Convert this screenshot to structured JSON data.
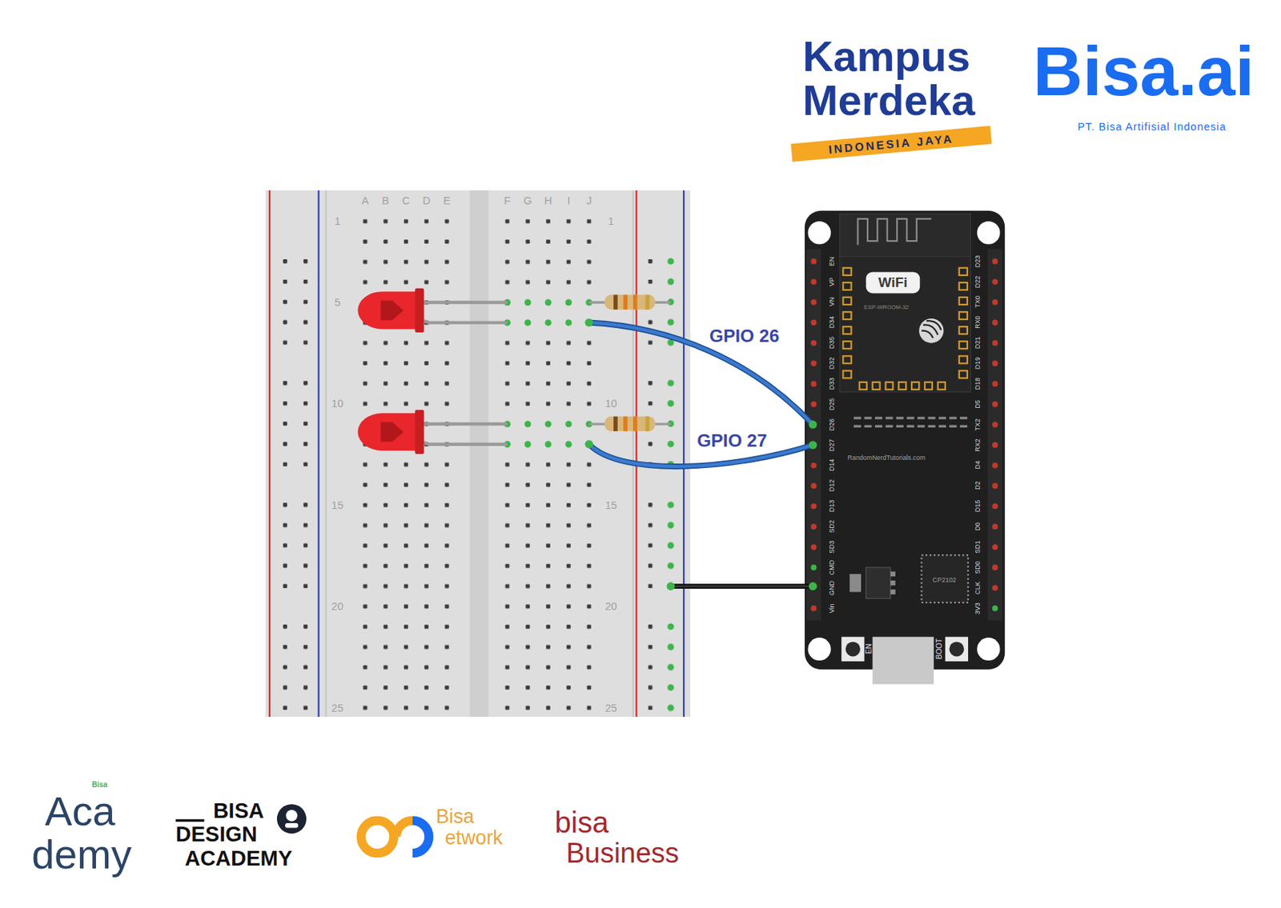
{
  "diagram": {
    "labels": [
      "Kampus",
      "Merdeka",
      "INDONESIA JAYA",
      "Bisa.ai",
      "PT. Bisa Artifisial Indonesia",
      "A",
      "B",
      "C",
      "D",
      "E",
      "F",
      "G",
      "H",
      "I",
      "J",
      "1",
      "5",
      "10",
      "15",
      "20",
      "25",
      "1",
      "10",
      "15",
      "20",
      "25",
      "GPIO 26",
      "GPIO 27",
      "WiFi",
      "ESP-WROOM-32",
      "RandomNerdTutorials.com",
      "CP2102",
      "EN",
      "BOOT",
      "EN",
      "VP",
      "VN",
      "D34",
      "D35",
      "D32",
      "D33",
      "D25",
      "D26",
      "D27",
      "D14",
      "D12",
      "D13",
      "SD2",
      "SD3",
      "CMD",
      "GND",
      "Vin",
      "D23",
      "D22",
      "TX0",
      "RX0",
      "D21",
      "D19",
      "D18",
      "D5",
      "TX2",
      "RX2",
      "D4",
      "D2",
      "D15",
      "D0",
      "SD1",
      "SD0",
      "CLK",
      "3V3",
      "Bisa",
      "Aca",
      "demy",
      "BISA",
      "DESIGN",
      "ACADEMY",
      "Bisa",
      "etwork",
      "bisa",
      "Business"
    ]
  }
}
